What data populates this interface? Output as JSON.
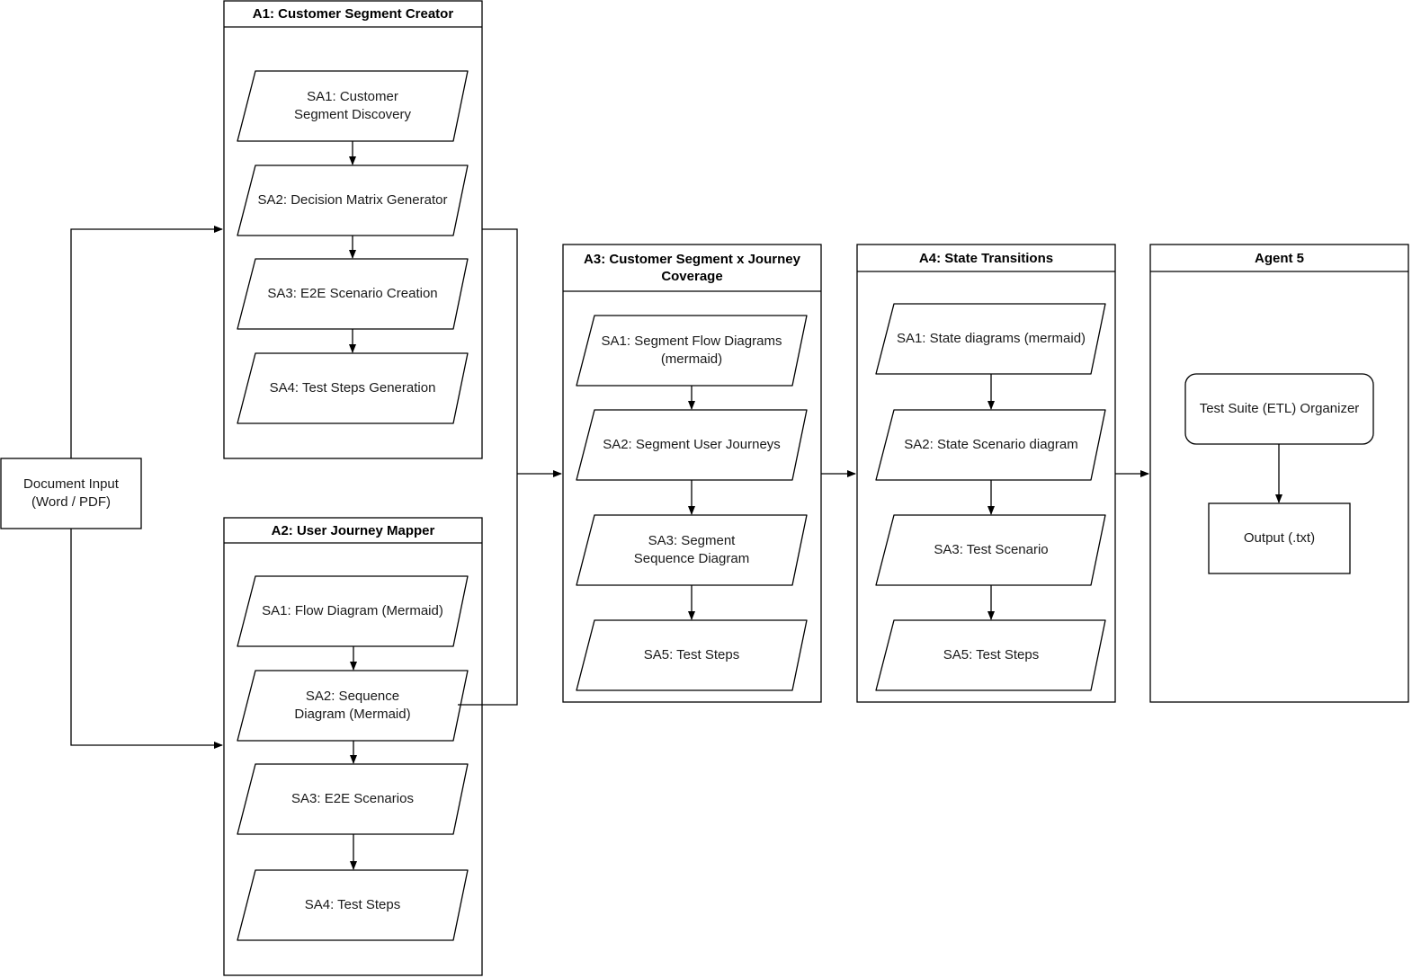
{
  "document_input": "Document Input\n(Word / PDF)",
  "a1": {
    "title": "A1: Customer Segment Creator",
    "steps": [
      "SA1: Customer\nSegment Discovery",
      "SA2: Decision Matrix Generator",
      "SA3: E2E Scenario Creation",
      "SA4: Test Steps Generation"
    ]
  },
  "a2": {
    "title": "A2: User Journey Mapper",
    "steps": [
      "SA1: Flow Diagram (Mermaid)",
      "SA2: Sequence\nDiagram (Mermaid)",
      "SA3: E2E Scenarios",
      "SA4: Test Steps"
    ]
  },
  "a3": {
    "title": "A3: Customer Segment x Journey\nCoverage",
    "steps": [
      "SA1: Segment Flow Diagrams\n(mermaid)",
      "SA2: Segment User Journeys",
      "SA3: Segment\nSequence Diagram",
      "SA5: Test Steps"
    ]
  },
  "a4": {
    "title": "A4: State Transitions",
    "steps": [
      "SA1: State diagrams (mermaid)",
      "SA2: State Scenario diagram",
      "SA3: Test Scenario",
      "SA5: Test Steps"
    ]
  },
  "a5": {
    "title": "Agent 5",
    "organizer": "Test Suite (ETL) Organizer",
    "output": "Output (.txt)"
  }
}
